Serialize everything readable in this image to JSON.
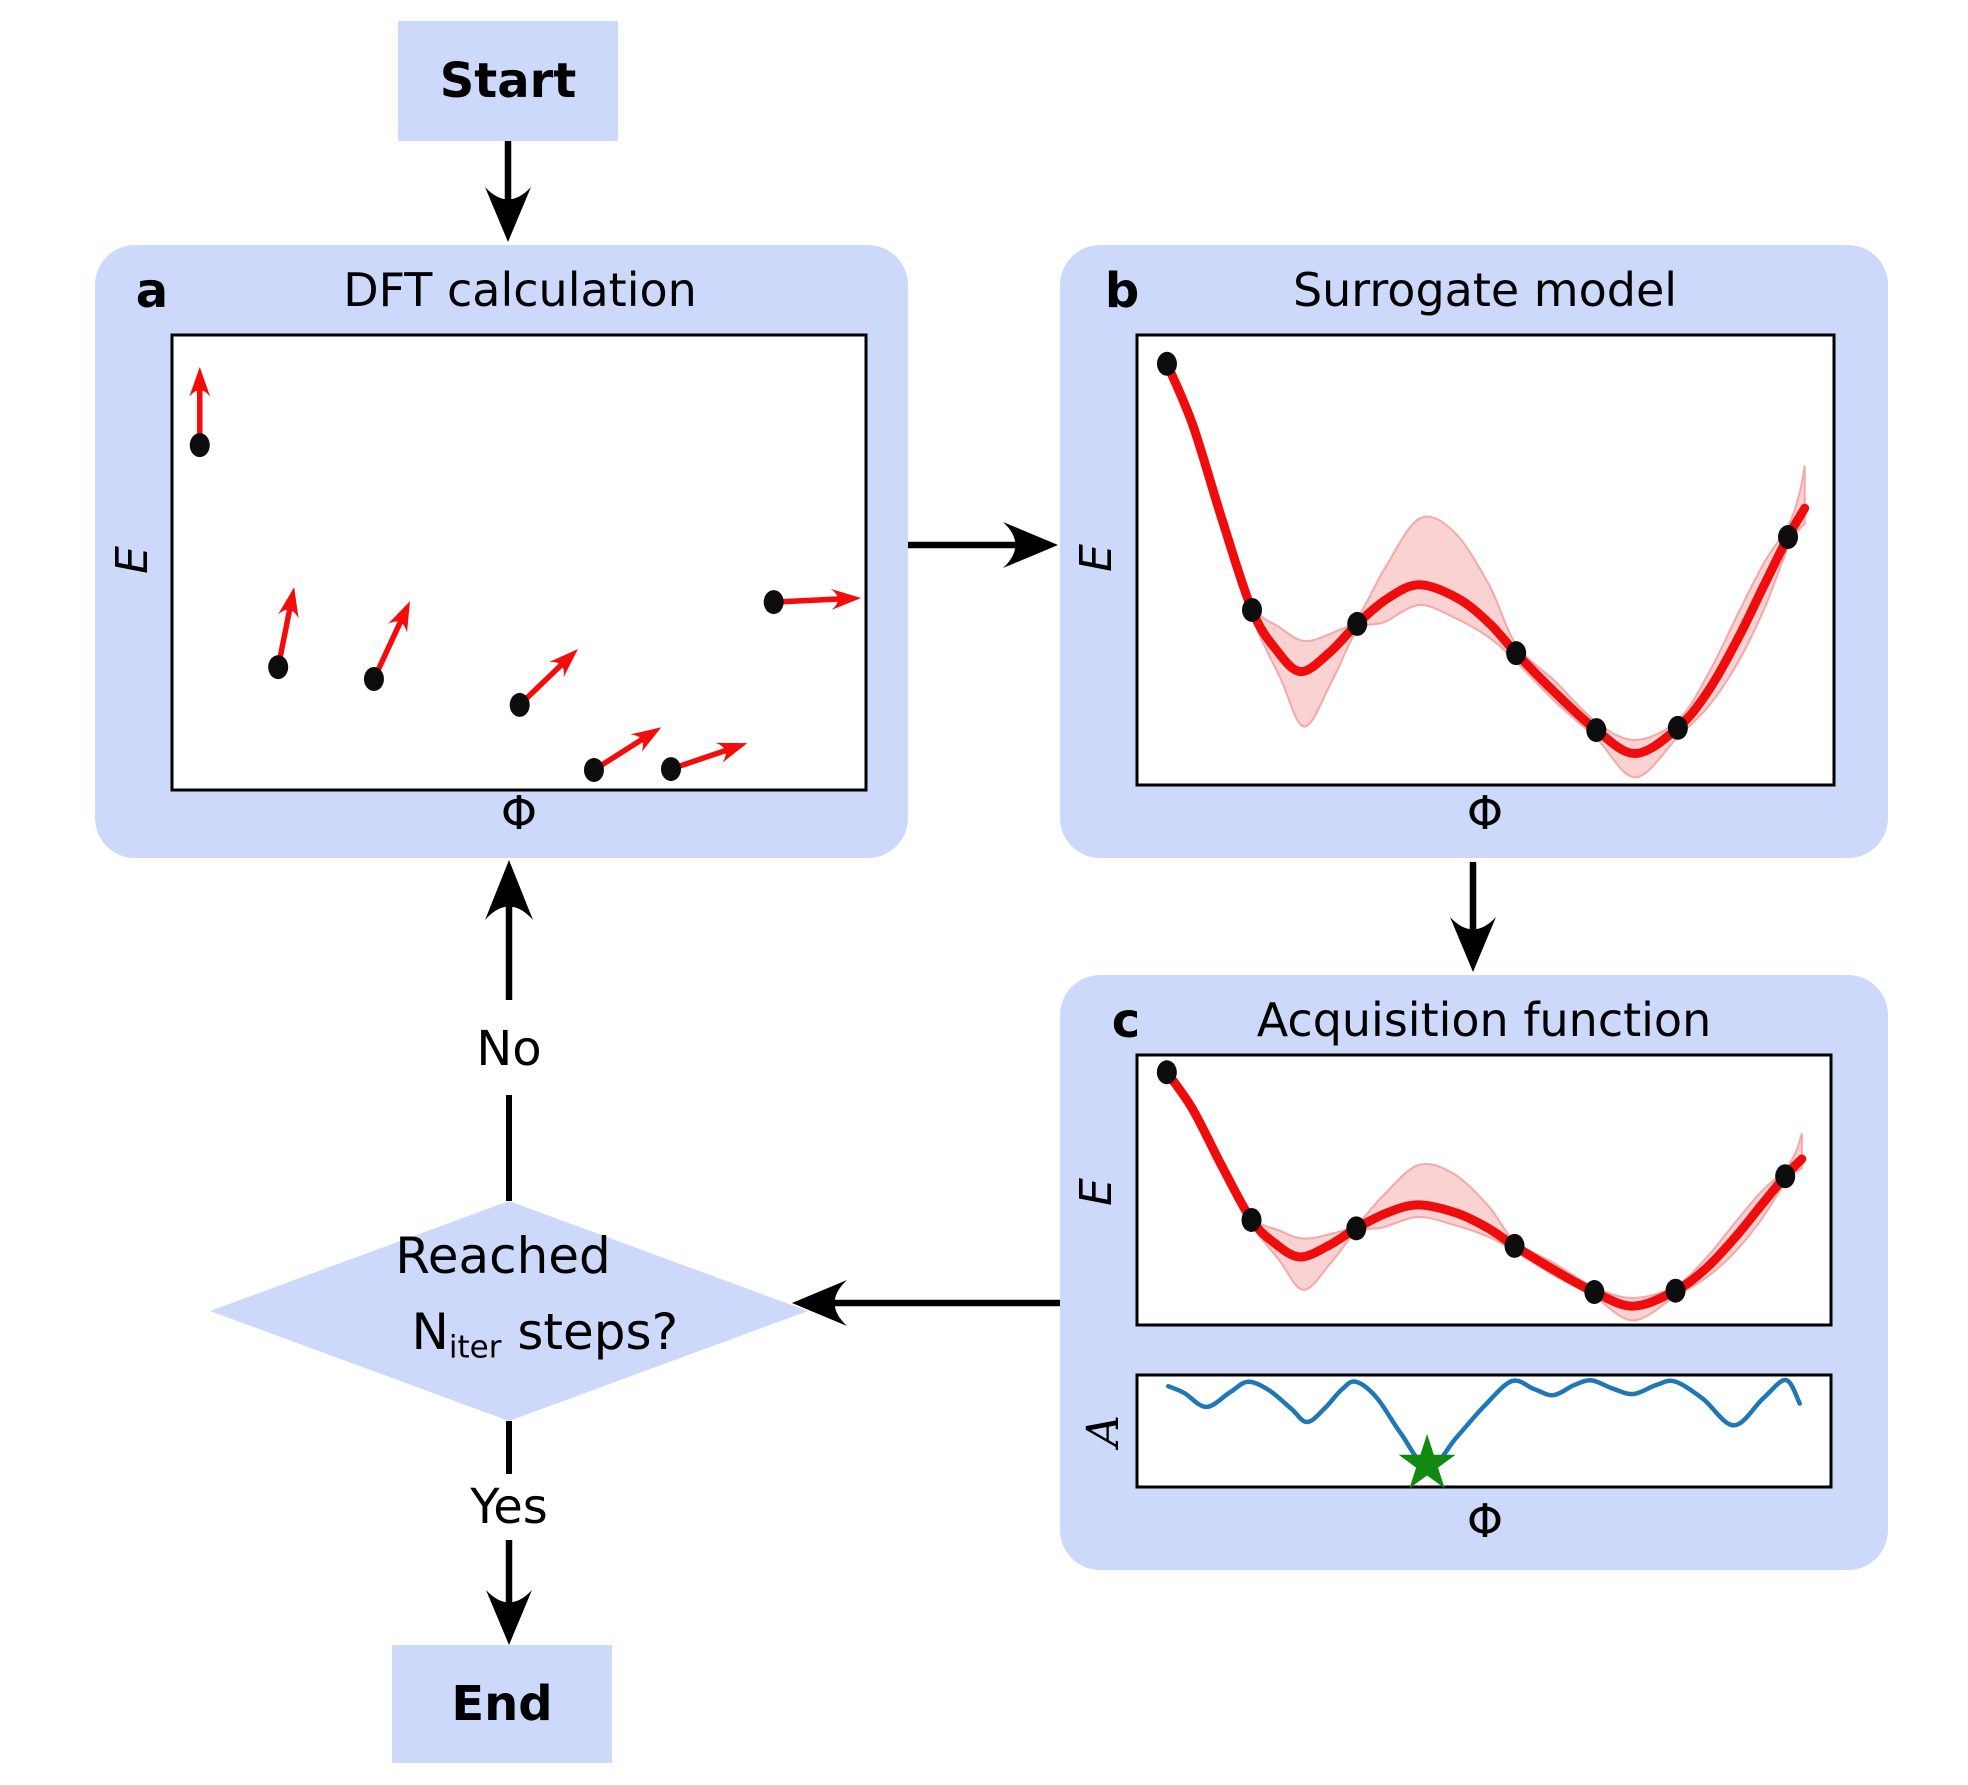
{
  "colors": {
    "panel_fill": "#ccd9fa",
    "flow_black": "#000000",
    "plot_border": "#000000",
    "plot_background": "#ffffff",
    "dot_black": "#0d0d0d",
    "gradient_arrow_red": "#f40b0b",
    "gp_mean_red": "#ee0c0c",
    "gp_band_fill": "#fbd2d2",
    "gp_band_edge": "#f5a8a8",
    "acquisition_blue": "#1f77b4",
    "star_green": "#128a12"
  },
  "flowchart": {
    "start_label": "Start",
    "end_label": "End",
    "no_label": "No",
    "yes_label": "Yes",
    "decision": {
      "line1": "Reached",
      "n": "N",
      "n_subscript": "iter",
      "line2_rest": " steps?"
    }
  },
  "panels": {
    "a": {
      "tag": "a",
      "title": "DFT calculation",
      "xlabel": "Φ",
      "ylabel": "E"
    },
    "b": {
      "tag": "b",
      "title": "Surrogate model",
      "xlabel": "Φ",
      "ylabel": "E"
    },
    "c": {
      "tag": "c",
      "title": "Acquisition function",
      "xlabel": "Φ",
      "ylabel_top": "E",
      "ylabel_bottom": "A"
    }
  },
  "chart_data": [
    {
      "id": "a",
      "type": "scatter",
      "title": "DFT calculation",
      "xlabel": "Φ",
      "ylabel": "E",
      "axes_note": "no ticks; point coordinates normalized 0-1 within plot box, y measured downward from top",
      "marker": "black-ellipse",
      "points": [
        {
          "x": 0.04,
          "y": 0.242,
          "grad_tip_x": 0.04,
          "grad_tip_y": 0.07
        },
        {
          "x": 0.153,
          "y": 0.73,
          "grad_tip_x": 0.176,
          "grad_tip_y": 0.554
        },
        {
          "x": 0.291,
          "y": 0.756,
          "grad_tip_x": 0.343,
          "grad_tip_y": 0.585
        },
        {
          "x": 0.501,
          "y": 0.813,
          "grad_tip_x": 0.585,
          "grad_tip_y": 0.69
        },
        {
          "x": 0.608,
          "y": 0.956,
          "grad_tip_x": 0.705,
          "grad_tip_y": 0.862
        },
        {
          "x": 0.719,
          "y": 0.954,
          "grad_tip_x": 0.829,
          "grad_tip_y": 0.897
        },
        {
          "x": 0.867,
          "y": 0.587,
          "grad_tip_x": 0.993,
          "grad_tip_y": 0.578
        }
      ]
    },
    {
      "id": "b",
      "type": "line+band",
      "title": "Surrogate model",
      "xlabel": "Φ",
      "ylabel": "E",
      "axes_note": "no ticks; coordinates normalized 0-1 within plot box, y measured downward from top",
      "observations": [
        [
          0.043,
          0.064
        ],
        [
          0.165,
          0.611
        ],
        [
          0.316,
          0.642
        ],
        [
          0.544,
          0.707
        ],
        [
          0.659,
          0.878
        ],
        [
          0.776,
          0.873
        ],
        [
          0.934,
          0.449
        ]
      ],
      "mean_curve": [
        [
          0.043,
          0.064
        ],
        [
          0.08,
          0.2
        ],
        [
          0.122,
          0.41
        ],
        [
          0.165,
          0.611
        ],
        [
          0.2,
          0.7
        ],
        [
          0.235,
          0.748
        ],
        [
          0.276,
          0.706
        ],
        [
          0.316,
          0.642
        ],
        [
          0.36,
          0.585
        ],
        [
          0.405,
          0.555
        ],
        [
          0.46,
          0.585
        ],
        [
          0.505,
          0.64
        ],
        [
          0.544,
          0.707
        ],
        [
          0.6,
          0.795
        ],
        [
          0.659,
          0.878
        ],
        [
          0.715,
          0.93
        ],
        [
          0.776,
          0.873
        ],
        [
          0.82,
          0.79
        ],
        [
          0.862,
          0.675
        ],
        [
          0.9,
          0.555
        ],
        [
          0.934,
          0.449
        ],
        [
          0.958,
          0.385
        ]
      ],
      "band_top": [
        [
          0.043,
          0.064
        ],
        [
          0.08,
          0.185
        ],
        [
          0.122,
          0.395
        ],
        [
          0.165,
          0.596
        ],
        [
          0.205,
          0.65
        ],
        [
          0.24,
          0.68
        ],
        [
          0.28,
          0.662
        ],
        [
          0.316,
          0.628
        ],
        [
          0.355,
          0.52
        ],
        [
          0.405,
          0.408
        ],
        [
          0.455,
          0.438
        ],
        [
          0.505,
          0.555
        ],
        [
          0.544,
          0.688
        ],
        [
          0.6,
          0.77
        ],
        [
          0.659,
          0.86
        ],
        [
          0.715,
          0.9
        ],
        [
          0.776,
          0.856
        ],
        [
          0.82,
          0.752
        ],
        [
          0.862,
          0.62
        ],
        [
          0.9,
          0.505
        ],
        [
          0.934,
          0.425
        ],
        [
          0.95,
          0.355
        ],
        [
          0.958,
          0.29
        ]
      ],
      "band_bottom": [
        [
          0.043,
          0.064
        ],
        [
          0.08,
          0.215
        ],
        [
          0.122,
          0.428
        ],
        [
          0.165,
          0.628
        ],
        [
          0.205,
          0.76
        ],
        [
          0.24,
          0.87
        ],
        [
          0.28,
          0.768
        ],
        [
          0.316,
          0.658
        ],
        [
          0.355,
          0.638
        ],
        [
          0.405,
          0.6
        ],
        [
          0.455,
          0.628
        ],
        [
          0.505,
          0.672
        ],
        [
          0.544,
          0.726
        ],
        [
          0.6,
          0.815
        ],
        [
          0.659,
          0.896
        ],
        [
          0.715,
          0.983
        ],
        [
          0.776,
          0.893
        ],
        [
          0.82,
          0.825
        ],
        [
          0.862,
          0.728
        ],
        [
          0.9,
          0.608
        ],
        [
          0.934,
          0.472
        ],
        [
          0.95,
          0.432
        ],
        [
          0.958,
          0.42
        ]
      ]
    },
    {
      "id": "c-top",
      "type": "line+band",
      "title": "Acquisition function (upper subplot)",
      "xlabel": "Φ",
      "ylabel": "E",
      "same_as": "b"
    },
    {
      "id": "c-bottom",
      "type": "line",
      "title": "Acquisition function (lower subplot)",
      "xlabel": "Φ",
      "ylabel": "A",
      "axes_note": "no ticks; coordinates normalized 0-1 within plot box, y measured downward from top",
      "curve": [
        [
          0.045,
          0.1
        ],
        [
          0.068,
          0.16
        ],
        [
          0.1,
          0.285
        ],
        [
          0.135,
          0.15
        ],
        [
          0.16,
          0.06
        ],
        [
          0.19,
          0.135
        ],
        [
          0.222,
          0.3
        ],
        [
          0.245,
          0.42
        ],
        [
          0.27,
          0.3
        ],
        [
          0.295,
          0.13
        ],
        [
          0.315,
          0.06
        ],
        [
          0.345,
          0.2
        ],
        [
          0.38,
          0.52
        ],
        [
          0.42,
          0.83
        ],
        [
          0.46,
          0.56
        ],
        [
          0.5,
          0.28
        ],
        [
          0.54,
          0.055
        ],
        [
          0.572,
          0.125
        ],
        [
          0.6,
          0.18
        ],
        [
          0.63,
          0.09
        ],
        [
          0.655,
          0.048
        ],
        [
          0.685,
          0.12
        ],
        [
          0.715,
          0.17
        ],
        [
          0.748,
          0.09
        ],
        [
          0.775,
          0.058
        ],
        [
          0.815,
          0.21
        ],
        [
          0.86,
          0.45
        ],
        [
          0.902,
          0.21
        ],
        [
          0.935,
          0.045
        ],
        [
          0.955,
          0.255
        ]
      ],
      "minimum_marker": {
        "x": 0.418,
        "y": 0.795,
        "shape": "star",
        "color": "#128a12"
      }
    }
  ]
}
